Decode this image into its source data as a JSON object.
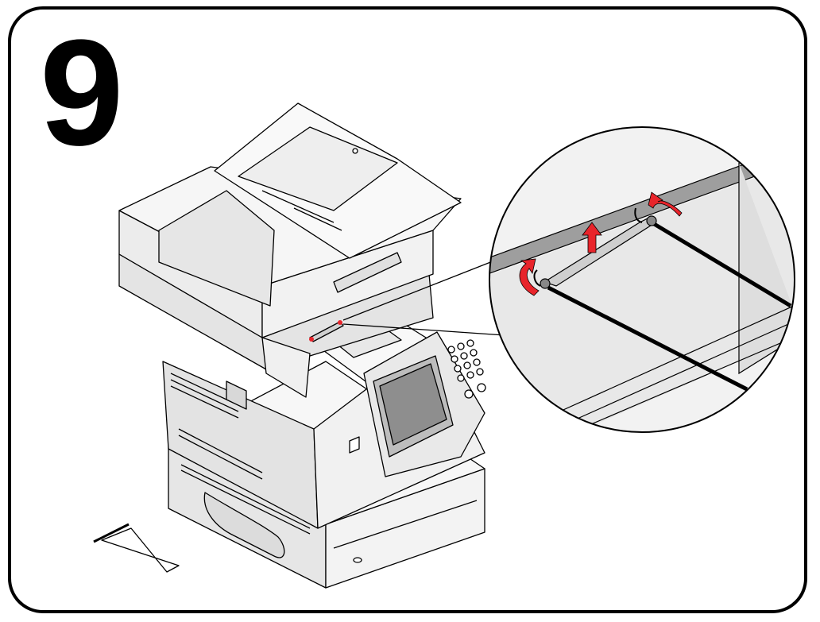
{
  "step": {
    "number": "9"
  },
  "illustration": {
    "subject": "multifunction-printer",
    "callout": "magnified-latch-detail",
    "accent_color": "#e8242b",
    "line_color": "#000000",
    "fill_color": "#efefef"
  }
}
